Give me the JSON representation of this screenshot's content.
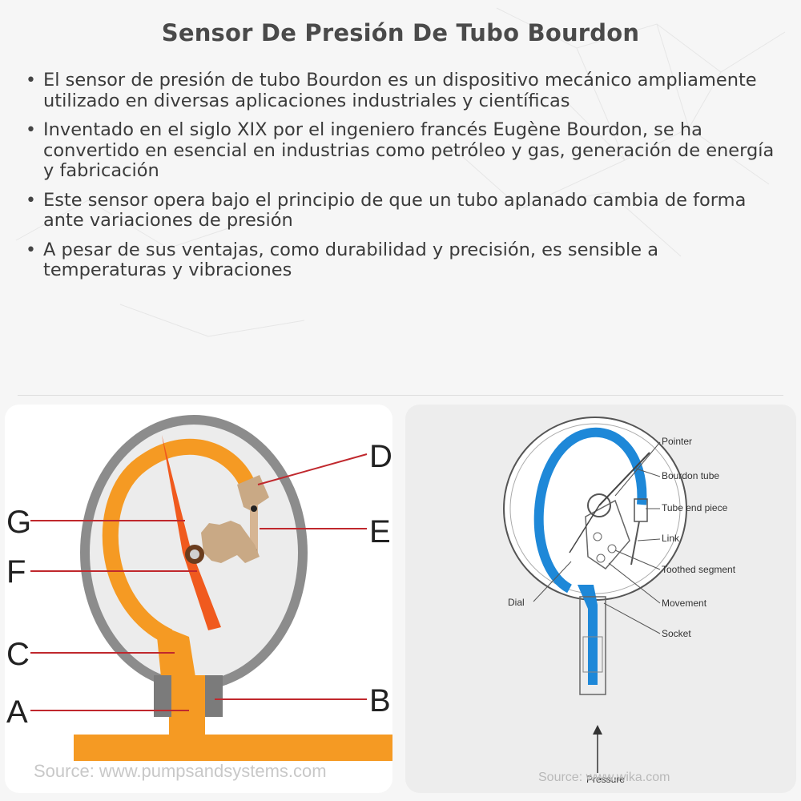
{
  "title": "Sensor De Presión De Tubo Bourdon",
  "bullets": [
    "El sensor de presión de tubo Bourdon es un dispositivo mecánico ampliamente utilizado en diversas aplicaciones industriales y científicas",
    "Inventado en el siglo XIX por el ingeniero francés Eugène Bourdon, se ha convertido en esencial en industrias como petróleo y gas, generación de energía y fabricación",
    "Este sensor opera bajo el principio de que un tubo aplanado cambia de forma ante variaciones de presión",
    "A pesar de sus ventajas, como durabilidad y precisión, es sensible a temperaturas y vibraciones"
  ],
  "bullet_marker": "•",
  "left_diagram": {
    "labels": {
      "a": "A",
      "b": "B",
      "c": "C",
      "d": "D",
      "e": "E",
      "f": "F",
      "g": "G"
    },
    "source": "Source: www.pumpsandsystems.com",
    "colors": {
      "tube": "#f59a23",
      "pointer": "#f05a1e",
      "case": "#8c8c8c",
      "lines": "#c0282d"
    }
  },
  "right_diagram": {
    "labels": {
      "pointer": "Pointer",
      "bourdon_tube": "Bourdon tube",
      "tube_end_piece": "Tube end piece",
      "link": "Link",
      "toothed_segment": "Toothed segment",
      "movement": "Movement",
      "socket": "Socket",
      "dial": "Dial",
      "pressure": "Pressure"
    },
    "source": "Source: www.wika.com",
    "colors": {
      "tube": "#1e88d8"
    }
  }
}
